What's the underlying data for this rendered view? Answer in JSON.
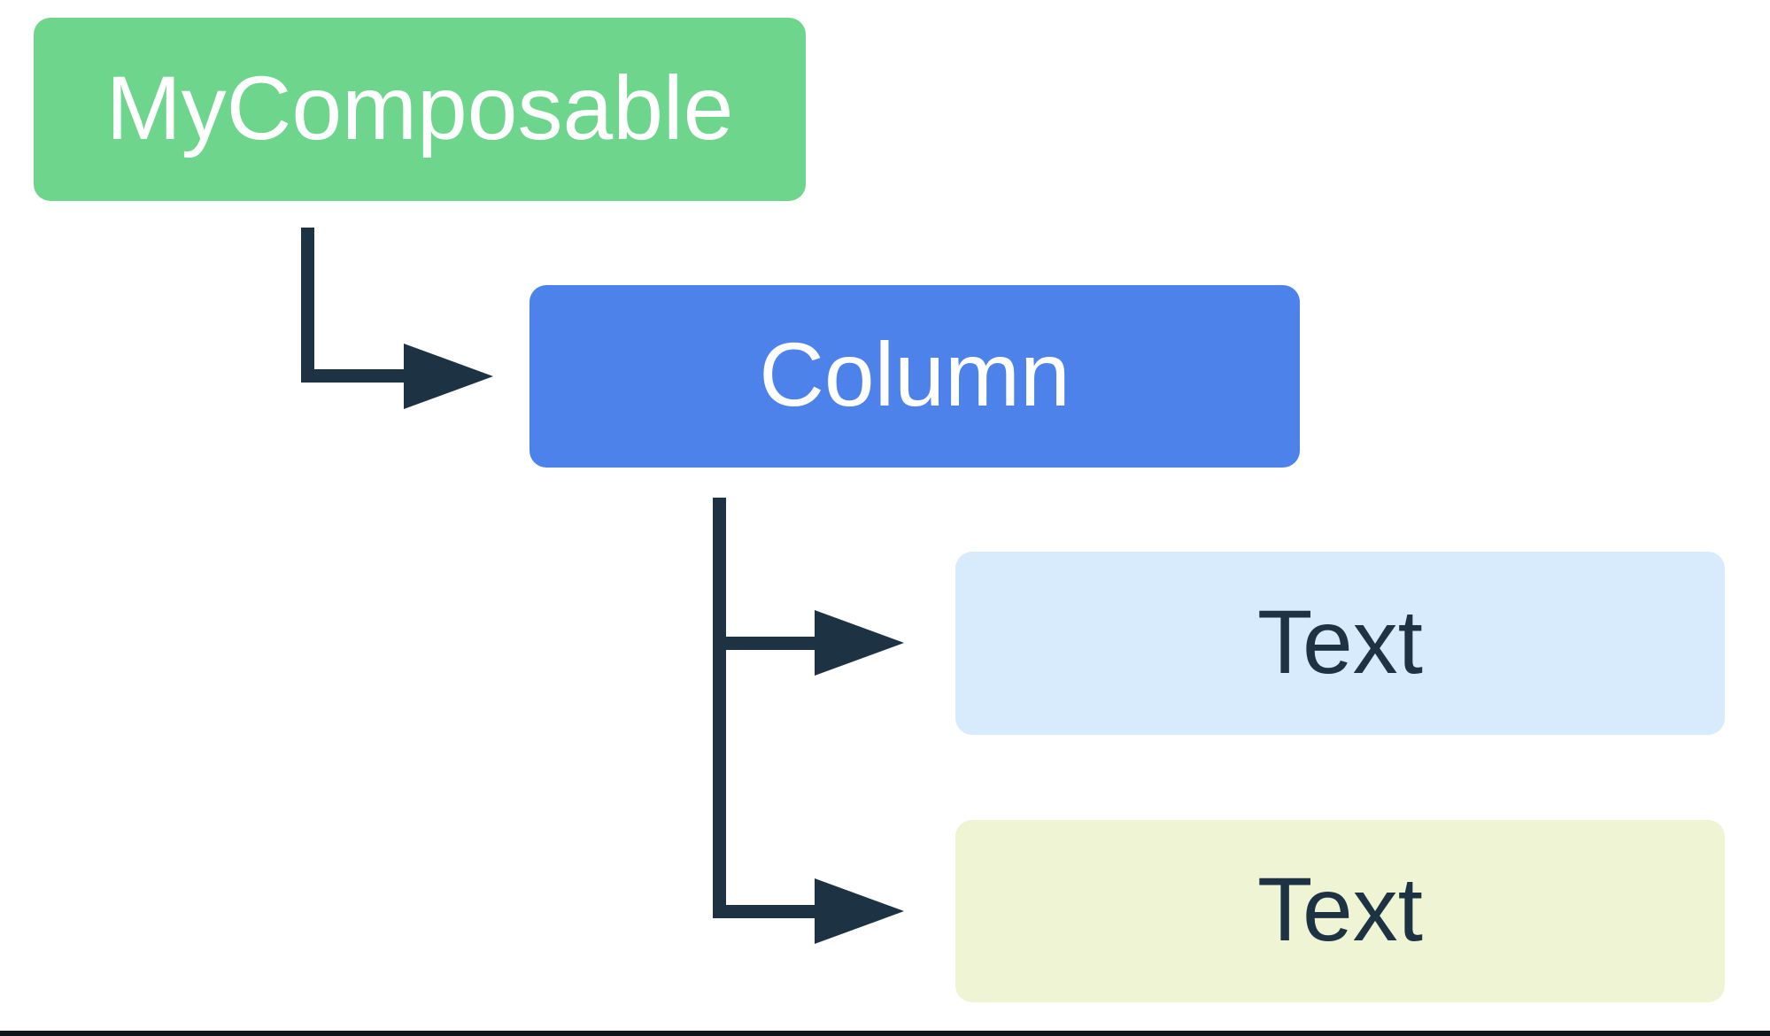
{
  "diagram": {
    "background": "#ffffff",
    "arrow_color": "#1d3343",
    "bottom_rule_color": "#0e141a",
    "nodes": [
      {
        "id": "my-composable",
        "label": "MyComposable",
        "fill": "#6ed58c",
        "text_color": "#ffffff"
      },
      {
        "id": "column",
        "label": "Column",
        "fill": "#4d82eb",
        "text_color": "#ffffff"
      },
      {
        "id": "text-1",
        "label": "Text",
        "fill": "#d8ebfc",
        "text_color": "#1d3343"
      },
      {
        "id": "text-2",
        "label": "Text",
        "fill": "#eff4d4",
        "text_color": "#1d3343"
      }
    ],
    "edges": [
      {
        "from": "my-composable",
        "to": "column"
      },
      {
        "from": "column",
        "to": "text-1"
      },
      {
        "from": "column",
        "to": "text-2"
      }
    ]
  }
}
